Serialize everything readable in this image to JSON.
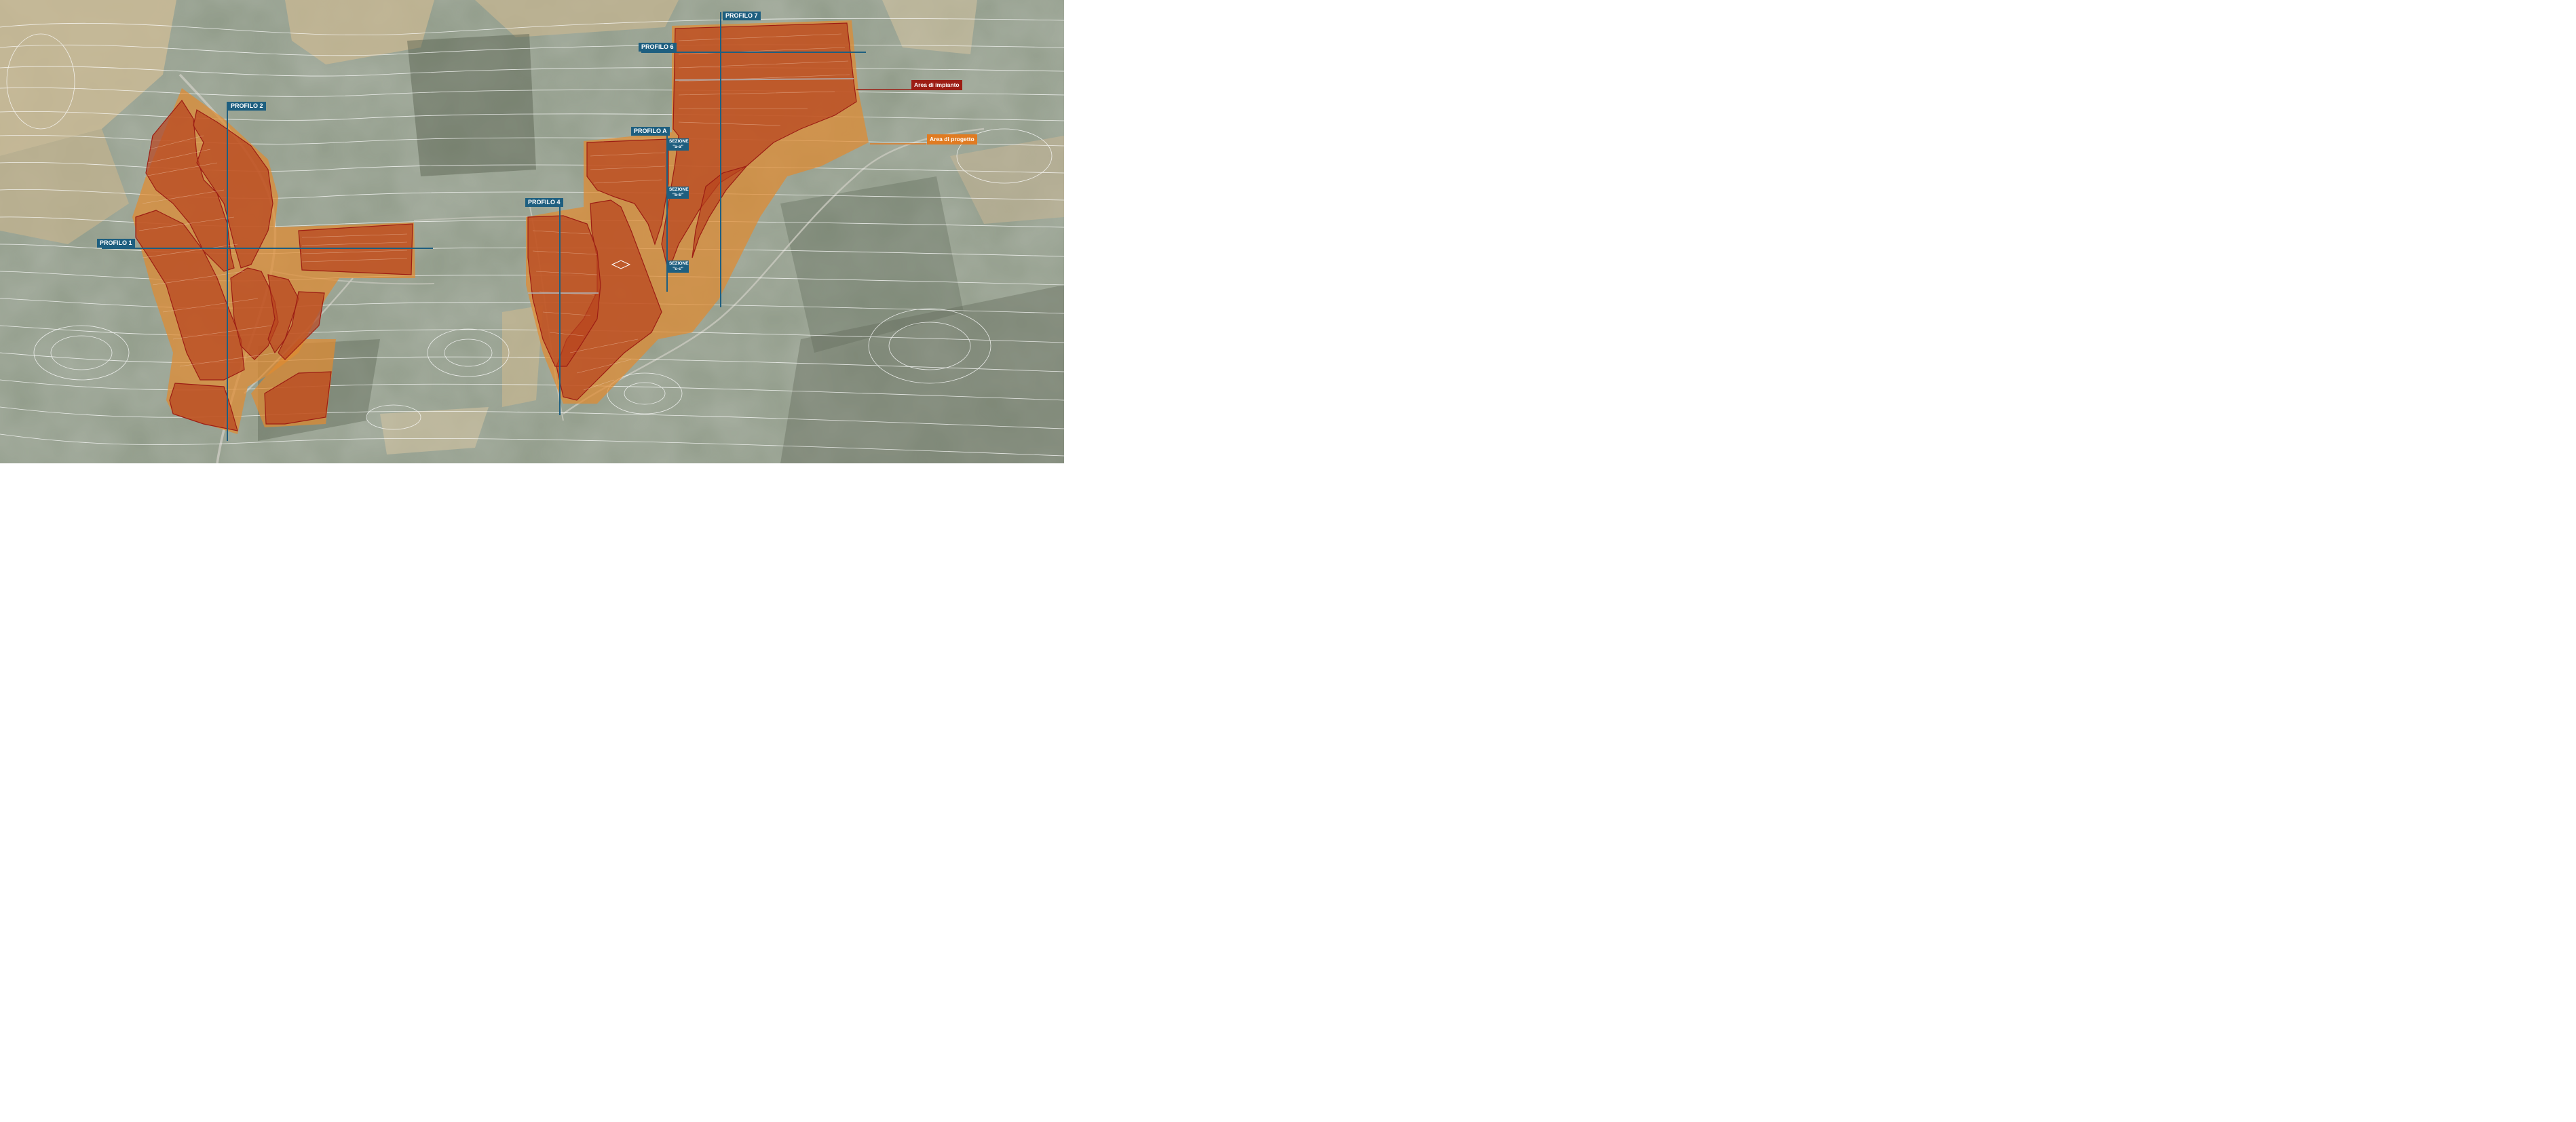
{
  "profiles": {
    "profilo1": "PROFILO 1",
    "profilo2": "PROFILO 2",
    "profilo4": "PROFILO 4",
    "profilo6": "PROFILO 6",
    "profilo7": "PROFILO 7",
    "profiloA": "PROFILO A"
  },
  "sections": {
    "aa": {
      "line1": "SEZIONE",
      "line2": "\"a-a\""
    },
    "bb": {
      "line1": "SEZIONE",
      "line2": "\"b-b\""
    },
    "cc": {
      "line1": "SEZIONE",
      "line2": "\"c-c\""
    }
  },
  "legend": {
    "impianto": "Area di impianto",
    "progetto": "Area di progetto"
  },
  "colors": {
    "impianto": "#b8431e",
    "impianto_border": "#9c1d14",
    "progetto": "#e08a30",
    "profile_line": "#1e5f80",
    "contour": "#ffffff"
  }
}
